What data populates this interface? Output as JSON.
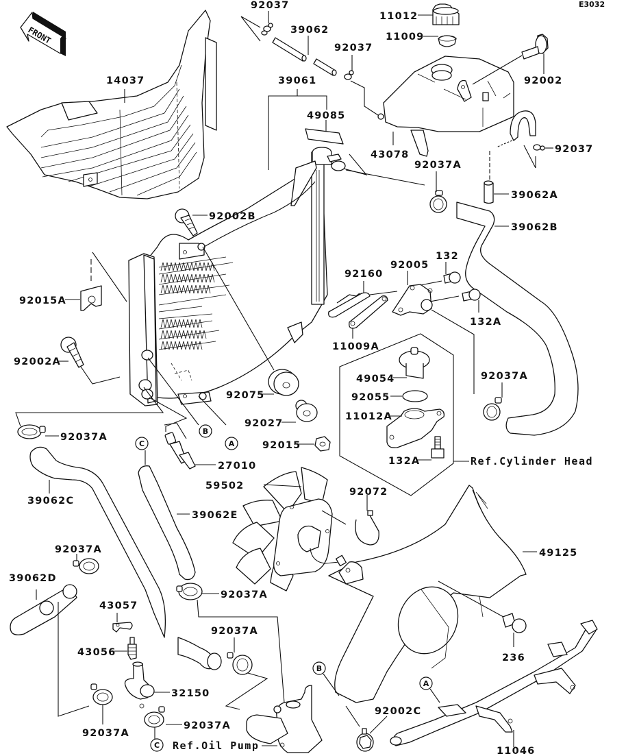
{
  "diagram": {
    "code": "E3032",
    "front_label": "FRONT",
    "parts": [
      {
        "id": "p-92037-top",
        "number": "92037"
      },
      {
        "id": "p-39062",
        "number": "39062"
      },
      {
        "id": "p-92037-mid",
        "number": "92037"
      },
      {
        "id": "p-11012",
        "number": "11012"
      },
      {
        "id": "p-11009",
        "number": "11009"
      },
      {
        "id": "p-92002",
        "number": "92002"
      },
      {
        "id": "p-14037",
        "number": "14037"
      },
      {
        "id": "p-39061",
        "number": "39061"
      },
      {
        "id": "p-49085",
        "number": "49085"
      },
      {
        "id": "p-43078",
        "number": "43078"
      },
      {
        "id": "p-92037-right",
        "number": "92037"
      },
      {
        "id": "p-92037A-1",
        "number": "92037A"
      },
      {
        "id": "p-39062A",
        "number": "39062A"
      },
      {
        "id": "p-92002B",
        "number": "92002B"
      },
      {
        "id": "p-39062B",
        "number": "39062B"
      },
      {
        "id": "p-132",
        "number": "132"
      },
      {
        "id": "p-92005",
        "number": "92005"
      },
      {
        "id": "p-92160",
        "number": "92160"
      },
      {
        "id": "p-92015A",
        "number": "92015A"
      },
      {
        "id": "p-132A-1",
        "number": "132A"
      },
      {
        "id": "p-11009A",
        "number": "11009A"
      },
      {
        "id": "p-92002A",
        "number": "92002A"
      },
      {
        "id": "p-49054",
        "number": "49054"
      },
      {
        "id": "p-92037A-2",
        "number": "92037A"
      },
      {
        "id": "p-92055",
        "number": "92055"
      },
      {
        "id": "p-92075",
        "number": "92075"
      },
      {
        "id": "p-11012A",
        "number": "11012A"
      },
      {
        "id": "p-92027",
        "number": "92027"
      },
      {
        "id": "p-92037A-3",
        "number": "92037A"
      },
      {
        "id": "p-92015",
        "number": "92015"
      },
      {
        "id": "p-132A-2",
        "number": "132A"
      },
      {
        "id": "p-27010",
        "number": "27010"
      },
      {
        "id": "p-39062C",
        "number": "39062C"
      },
      {
        "id": "p-59502",
        "number": "59502"
      },
      {
        "id": "p-92072",
        "number": "92072"
      },
      {
        "id": "p-39062E",
        "number": "39062E"
      },
      {
        "id": "p-92037A-4",
        "number": "92037A"
      },
      {
        "id": "p-49125",
        "number": "49125"
      },
      {
        "id": "p-39062D",
        "number": "39062D"
      },
      {
        "id": "p-92037A-5",
        "number": "92037A"
      },
      {
        "id": "p-43057",
        "number": "43057"
      },
      {
        "id": "p-92037A-6",
        "number": "92037A"
      },
      {
        "id": "p-236",
        "number": "236"
      },
      {
        "id": "p-43056",
        "number": "43056"
      },
      {
        "id": "p-32150",
        "number": "32150"
      },
      {
        "id": "p-92002C",
        "number": "92002C"
      },
      {
        "id": "p-92037A-7",
        "number": "92037A"
      },
      {
        "id": "p-92037A-8",
        "number": "92037A"
      },
      {
        "id": "p-11046",
        "number": "11046"
      }
    ],
    "references": {
      "cylinder_head": "Ref.Cylinder Head",
      "oil_pump": "Ref.Oil Pump"
    },
    "connectors": {
      "a": "A",
      "b": "B",
      "c": "C"
    }
  }
}
